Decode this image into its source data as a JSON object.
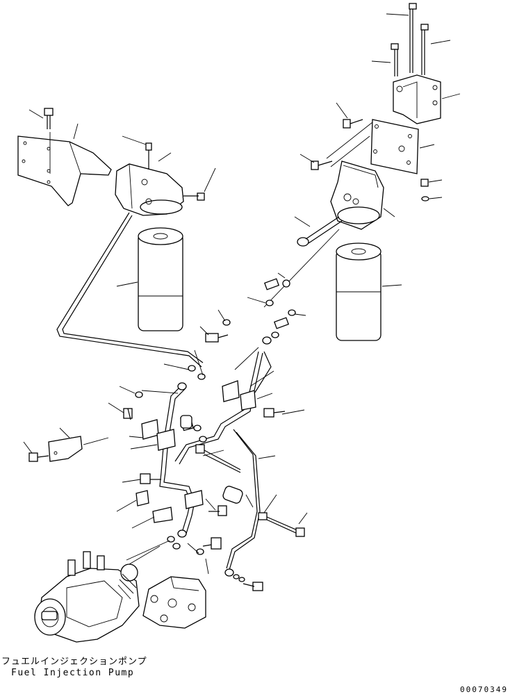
{
  "caption": {
    "japanese": "フュエルインジェクションポンプ",
    "english": "Fuel Injection Pump"
  },
  "drawing_number": "00070349",
  "colors": {
    "line": "#000000",
    "background": "#ffffff"
  }
}
